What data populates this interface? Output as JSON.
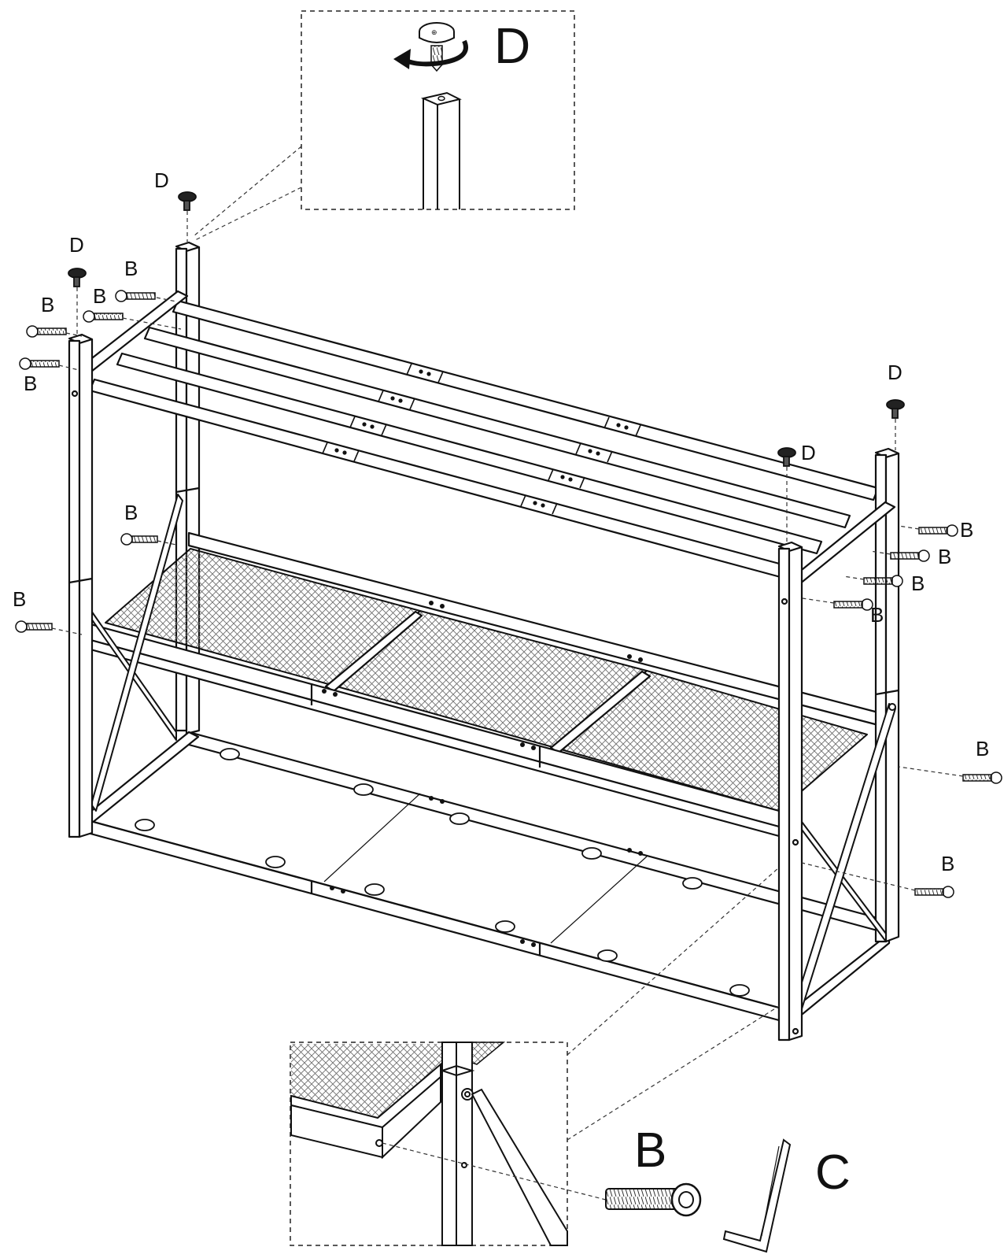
{
  "diagram": {
    "callouts": {
      "d_big": "D",
      "b_big": "B",
      "c_big": "C",
      "d_top": "D",
      "d_left": "D",
      "d_right_a": "D",
      "d_right_b": "D",
      "b_left_1": "B",
      "b_left_2": "B",
      "b_left_3": "B",
      "b_left_4": "B",
      "b_left_mid": "B",
      "b_left_low": "B",
      "b_right_1": "B",
      "b_right_2": "B",
      "b_right_3": "B",
      "b_right_4": "B",
      "b_right_mid": "B",
      "b_right_low": "B"
    },
    "colors": {
      "line": "#111111",
      "mesh": "#8a8a8a",
      "background": "#ffffff"
    }
  }
}
